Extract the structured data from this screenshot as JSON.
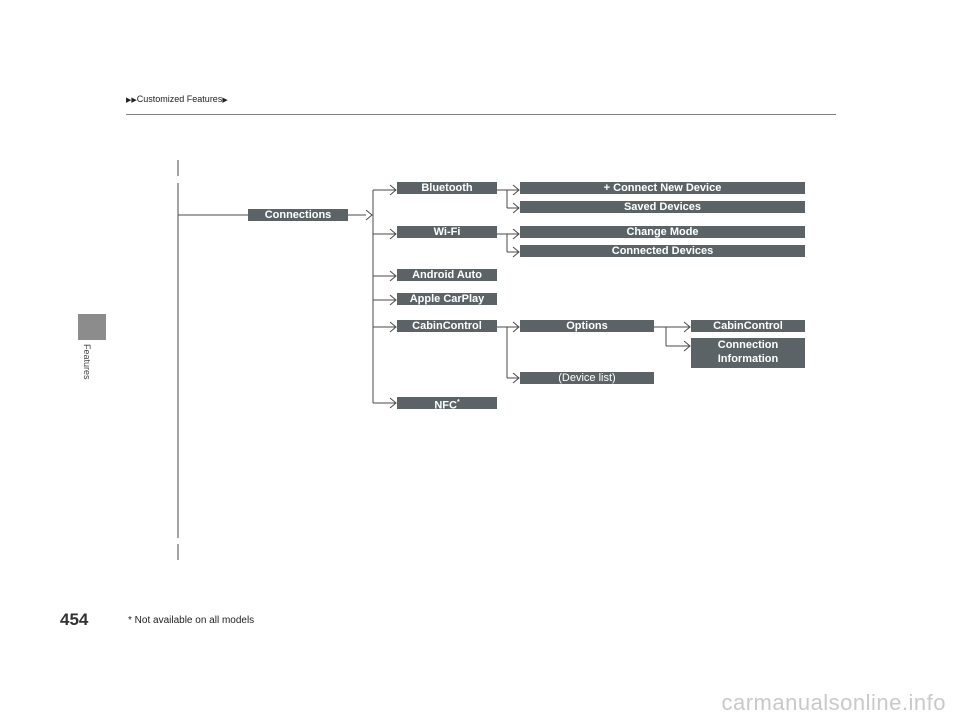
{
  "header": {
    "breadcrumb": "Customized Features"
  },
  "sidebar": {
    "section": "Features"
  },
  "page": {
    "number": "454",
    "footnote": "* Not available on all models"
  },
  "tree": {
    "root": "Connections",
    "bluetooth": "Bluetooth",
    "connect_new": "+ Connect New Device",
    "saved_devices": "Saved Devices",
    "wifi": "Wi-Fi",
    "change_mode": "Change Mode",
    "connected_devices": "Connected Devices",
    "android_auto": "Android Auto",
    "apple_carplay": "Apple CarPlay",
    "cabincontrol": "CabinControl",
    "options": "Options",
    "cabincontrol_sub": "CabinControl",
    "connection_info_1": "Connection",
    "connection_info_2": "Information",
    "device_list": "(Device list)",
    "nfc": "NFC",
    "nfc_mark": "*"
  },
  "watermark": "carmanualsonline.info",
  "colors": {
    "box": "#5b6366",
    "tab": "#8c8c8c",
    "line": "#4a4a4a"
  }
}
